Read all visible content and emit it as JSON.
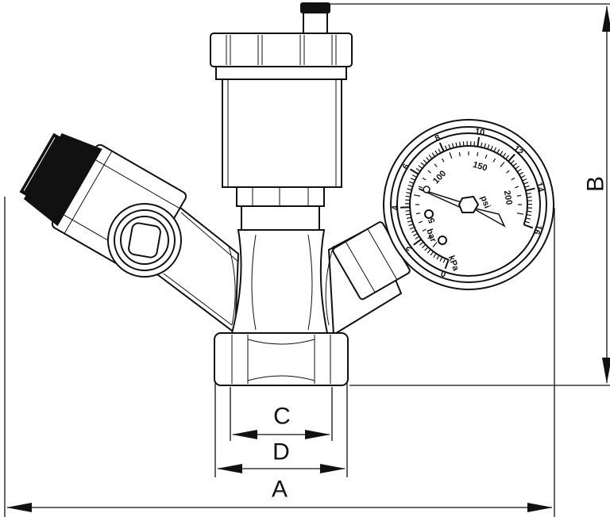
{
  "dimensions": {
    "A": "A",
    "B": "B",
    "C": "C",
    "D": "D"
  },
  "gauge": {
    "outer_numbers": [
      "0",
      "2",
      "4",
      "6",
      "8",
      "10",
      "12",
      "14",
      "16"
    ],
    "inner_numbers": [
      "50",
      "100",
      "150",
      "200"
    ],
    "unit_outer": "bar",
    "unit_inner": "psi",
    "unit_kpa": "kPa"
  }
}
